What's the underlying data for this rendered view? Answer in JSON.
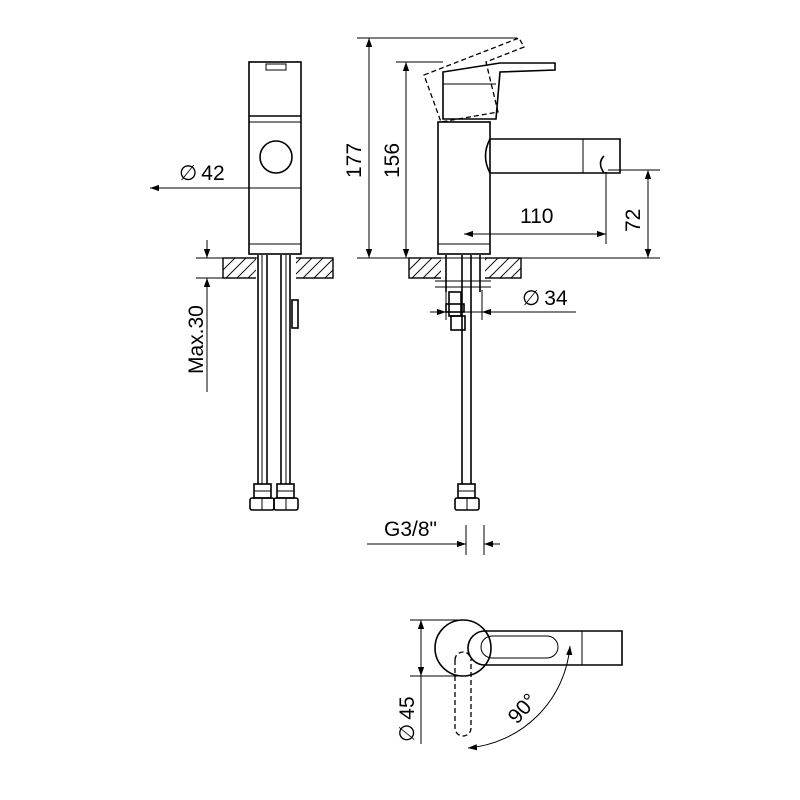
{
  "dimensions": {
    "body_diameter": "42",
    "total_height": "177",
    "spout_height_top": "156",
    "spout_reach": "110",
    "spout_outlet_height": "72",
    "mounting_hole_diameter": "34",
    "max_deck_thickness": "Max.30",
    "connection_thread": "G3/8\"",
    "base_diameter": "45",
    "handle_rotation": "90°"
  },
  "symbols": {
    "diameter_glyph": "∅"
  }
}
